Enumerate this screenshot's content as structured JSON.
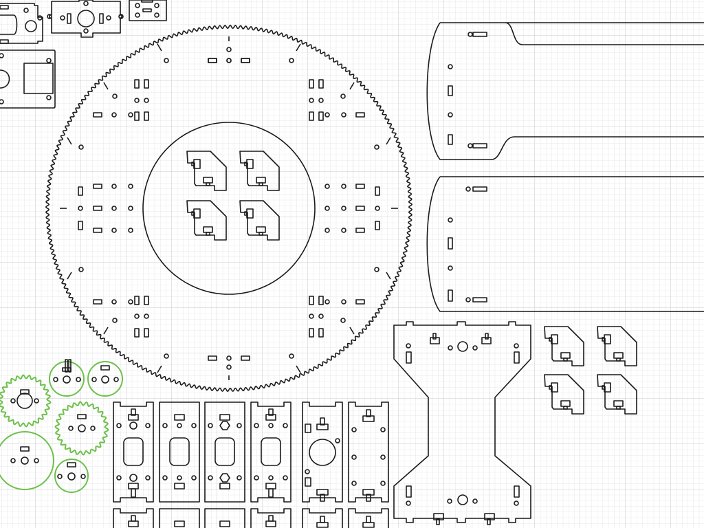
{
  "canvas": {
    "background": "#ffffff",
    "grid_minor_color": "#e2e2e2",
    "grid_major_color": "#c8c8c8",
    "cut_color": "#1a1a1a",
    "gear_highlight_color": "#6cc04a"
  },
  "parts": {
    "big_ring_gear": {
      "teeth": 220
    },
    "small_gears": [
      {
        "type": "gear",
        "teeth": 26,
        "highlight": true
      },
      {
        "type": "gear",
        "teeth": 26,
        "highlight": true
      },
      {
        "type": "disc",
        "highlight": true
      },
      {
        "type": "disc",
        "highlight": true
      },
      {
        "type": "disc",
        "highlight": true
      },
      {
        "type": "disc",
        "highlight": true
      }
    ]
  }
}
